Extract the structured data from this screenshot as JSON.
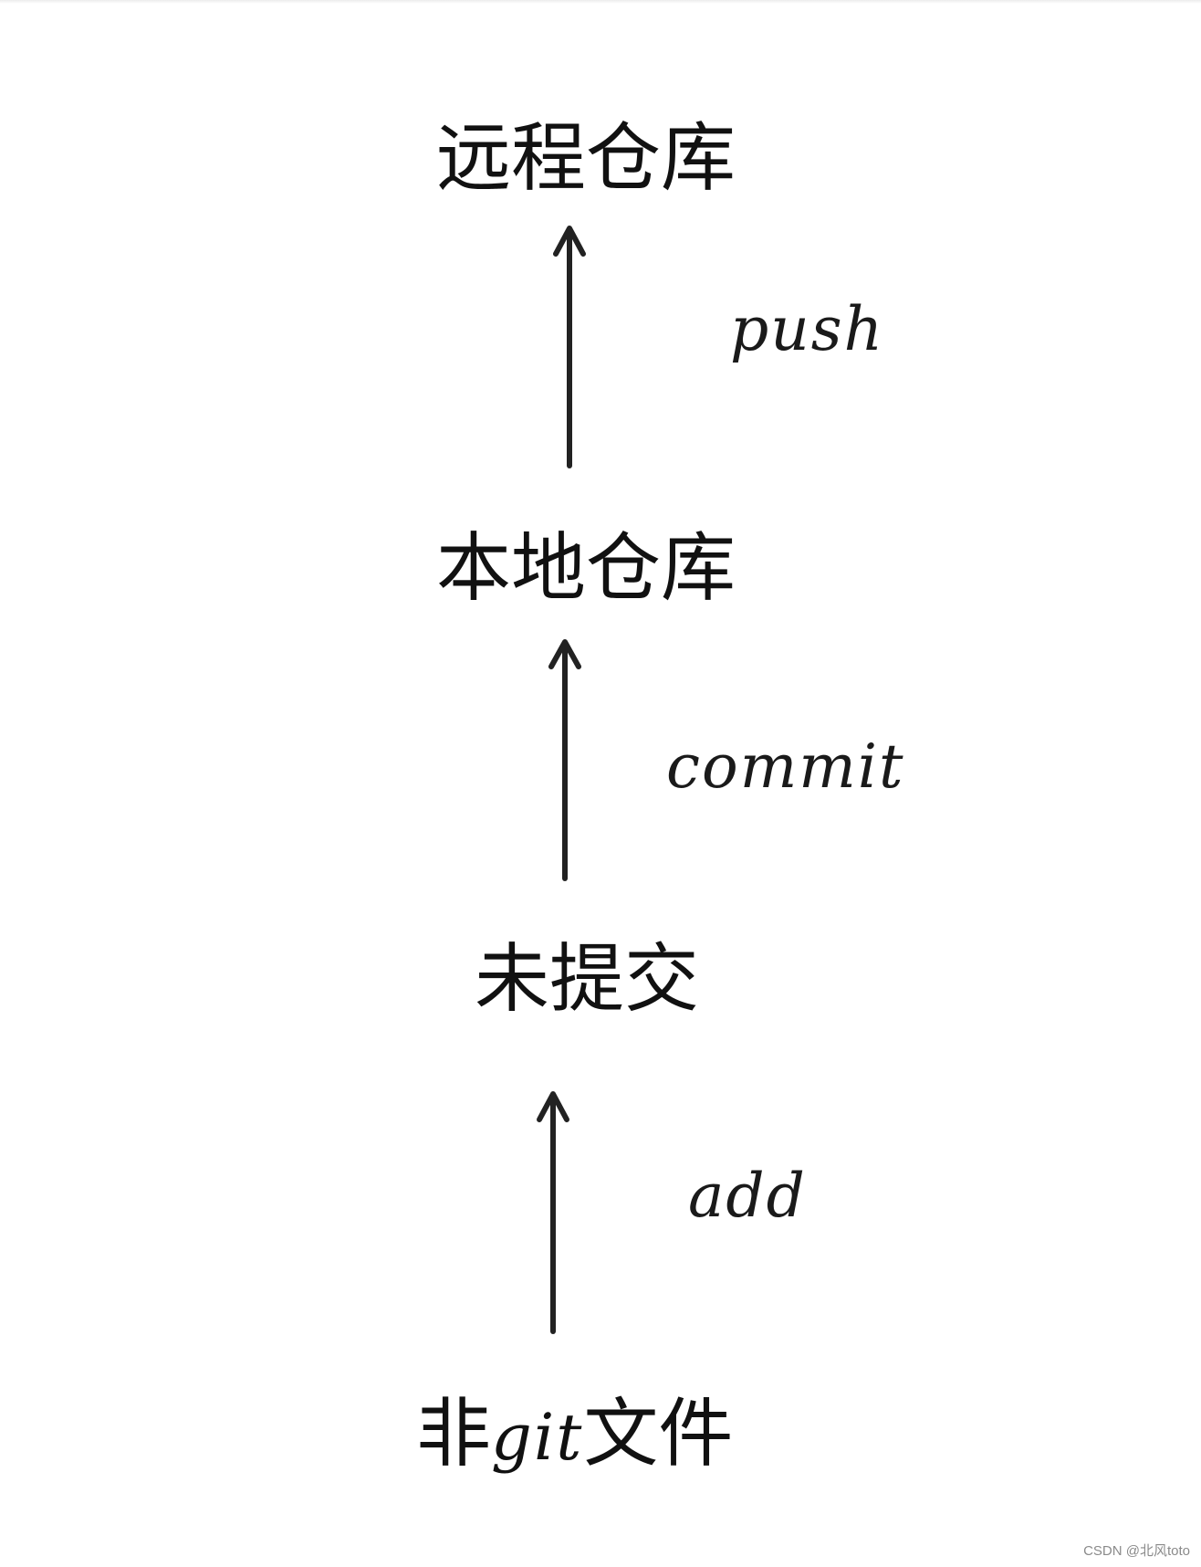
{
  "nodes": {
    "remote_repo": "远程仓库",
    "local_repo": "本地仓库",
    "uncommitted": "未提交",
    "non_git_file_prefix": "非",
    "non_git_file_git": "git",
    "non_git_file_suffix": "文件"
  },
  "edges": {
    "push": "push",
    "commit": "commit",
    "add": "add"
  },
  "watermark": "CSDN @北风toto"
}
